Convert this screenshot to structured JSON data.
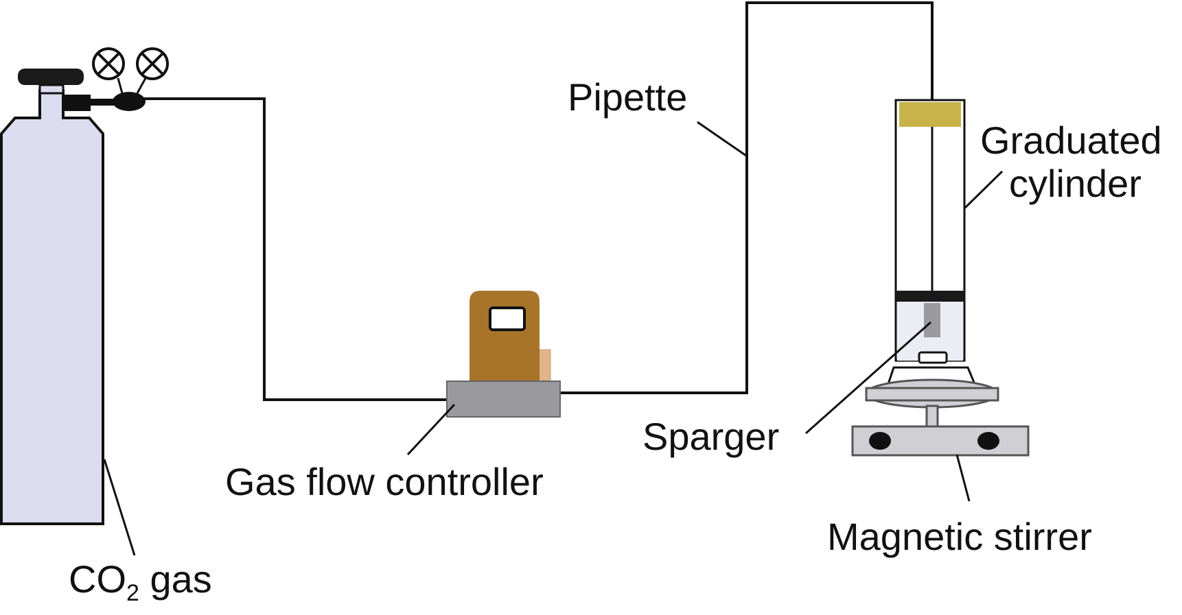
{
  "labels": {
    "pipette": "Pipette",
    "graduated_line1": "Graduated",
    "graduated_line2": "cylinder",
    "sparger": "Sparger",
    "gas_flow_controller": "Gas flow controller",
    "magnetic_stirrer": "Magnetic stirrer",
    "co2_main": "CO",
    "co2_subscript": "2",
    "co2_suffix": " gas"
  },
  "colors": {
    "line": "#111111",
    "cylinder_body": "#dcdcf0",
    "controller_base": "#9a999e",
    "controller_body": "#a8742a",
    "cylinder_cap": "#c8b24a",
    "stirrer_plate": "#cfcfd4"
  }
}
